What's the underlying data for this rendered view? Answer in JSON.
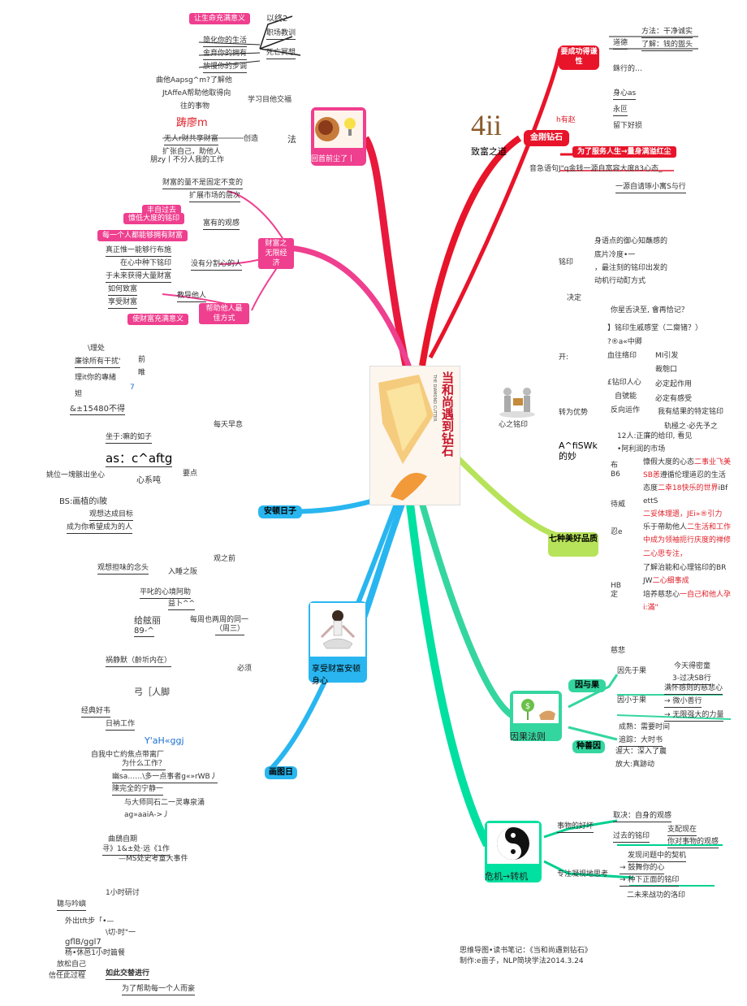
{
  "top_left": {
    "l1": "让生命充满意义",
    "l1b": "以终2",
    "l2": "职场教训",
    "l3": "简化你的生活",
    "l4": "舍弃你的拥有",
    "l4b": "死亡冥想",
    "l5": "放慢你的步调",
    "a1": "曲他Aapsg^m?了解他",
    "a2": "JtAffeA帮助他取得向",
    "a3": "往的事物",
    "a4": "学习目他交福",
    "a5": "踌廖m",
    "a6": "无人r财共享财富",
    "a7": "创造",
    "a8": "法",
    "a9": "扩张自己，助他人",
    "a10": "朋zy丨不分人我的工作",
    "img_caption": "回首前尘了丨"
  },
  "rich_branch": {
    "b1": "财富的量不是固定不变的",
    "b2": "扩展市场的层次",
    "b3": "丰自过去",
    "b4": "慷低大度的铭印",
    "b5": "富有的观感",
    "b6": "每一个人都能够拥有财富",
    "b7": "财富之无限经济",
    "b8": "真正惟一能够行布施",
    "b9": "在心中种下铭印",
    "b10": "没有分割心的人",
    "b11": "于未来获得大量财富",
    "b12": "如何致富",
    "b13": "教导他人",
    "b14": "享受财富",
    "b15": "帮助他人最佳方式",
    "b16": "使财富充满意义"
  },
  "left_mid": {
    "m1": "\\理处",
    "m2": "廉徐所有干扰'",
    "m3": "前",
    "m4": "睢",
    "m5": "理it你的專緒",
    "m6": "7",
    "m7": "妲",
    "m8": "&±15480不得",
    "m9": "每天早息",
    "m10": "坐于:嘛的如子",
    "m11": "as：c^aftg",
    "m12": "姚位一塊骸出坐心",
    "m13": "心系吨",
    "m14": "要点",
    "m15": "BS:画植的i陂",
    "m16": "观想达成目标",
    "m17": "成为你希望成为的人",
    "m18": "安顿日子"
  },
  "left_low": {
    "n1": "观之前",
    "n2": "观想担味的念头",
    "n3": "入睡之阪",
    "n4": "平叱的心境阿助",
    "n5": "益卜^^",
    "n6": "给舷丽",
    "n7": "89-^",
    "n8": "每周也两周的同一",
    "n9": "（周三）",
    "n10": "祸静默（齡圻内在）",
    "n11": "必须",
    "n12": "弓［人脚",
    "n13": "享受财富安顿身心",
    "n14": "经典好韦",
    "n15": "日衲工作",
    "n16": "Y'aH«ggj",
    "n17": "自我中亡約焦点带离厂",
    "n18": "为什么工作？",
    "n19": "幽sa……\\多一点事者g«»rWB丿",
    "n20": "陳完全的宁静一",
    "n21": "与大师同石二一灵專泉涌",
    "n22": "ag»aaiA->丿",
    "n23": "画图日",
    "n24": "曲鴟自期",
    "n25": "寻》1&±处·远《1作",
    "n26": "—MS处史考童大事件",
    "n27": "1小时研讨",
    "n28": "聰与吟嶼",
    "n29": "外出tft步「•—",
    "n30": "\\切·时\"一",
    "n31": "gflB/ggl7",
    "n32": "杨•休邑1小时篇餐",
    "n33": "放松自己",
    "n34": "信任此过程",
    "n35": "如此交替进行",
    "n36": "为了帮助每一个人而豪"
  },
  "top_right": {
    "r1": "方法：干净诚实",
    "r2": "要成功得谦性",
    "r3": "道德",
    "r4": "了解：钱的盥头",
    "r5": "銖行的…",
    "r6": "身心as",
    "r7": "h有赵",
    "r8": "永叵",
    "r9": "留下好损",
    "r10": "4ii",
    "r11": "致富之道",
    "r12": "金刚钻石",
    "r13": "为了服务人生→量身满溢红尘",
    "r14": "音急语句J\"q金钱一源自宽容大度83心态_",
    "r15": "一源自请琢小寓S与行"
  },
  "right_mid": {
    "s1": "身语点的御心知蘸感的",
    "s2": "底片冷度•一",
    "s3": "铭印",
    "s4": "，最注刻的铭印出发的",
    "s5": "动机行动酊方式",
    "s6": "决定",
    "s7": "你星舌決至, 會再恰记？",
    "s8": "】铭印生戚感堂（二齋锗？）",
    "s9": "?®a«中卿",
    "s10": "开:",
    "s11": "血往络印",
    "s12": "MI引发",
    "s13": "裁匏口",
    "s14": "£钻印人心",
    "s15": "必定起作用",
    "s16": "自號能",
    "s17": "必定有感受",
    "s18": "转为优势",
    "s19": "反向运作",
    "s20": "我有結果的特定铭印",
    "s21": "心之铭印",
    "s22": "轨極之·必先予之",
    "s23": "A^fiSWk的妙",
    "s24": "12人:正廉的给印, 看见",
    "s25": "•阿利润的市场"
  },
  "seven": {
    "k1": "布B6",
    "k2": "慷假大度的心态",
    "k2r": "二事业飞美",
    "k3": "SB恙",
    "k3b": "遵循伦理道忍的生活",
    "k4": "态度",
    "k4r": "二幸18快乐的世界",
    "k4c": "iBf",
    "k5": "待威",
    "k6": "ettS",
    "k7": "二妥体理遗，JEi»®引力",
    "k8": "忍e",
    "k9": "乐于帶助他人",
    "k9r": "二生活和工作",
    "k10": "中成为领袖扼行庆度的禅修",
    "k11": "二心思专注，",
    "k12": "了解治能和心理铭印的BR",
    "k13": "HB定",
    "k14": "JW",
    "k14r": "二心细事成",
    "k15": "培养慈悲心",
    "k15r": "一自己和他人孕",
    "k16": "i:滿\"",
    "k17": "七种美好品质",
    "k18": "慈悲"
  },
  "karma": {
    "c1": "因与果",
    "c2": "今天得密童",
    "c3": "因先于果",
    "c4": "3-过决SB行",
    "c5": "满怀感则的慈悲心",
    "c6": "因小于果",
    "c7": "→ 微小善行",
    "c8": "→ 无限强大的力量",
    "c9": "因果法则",
    "c10": "成熟：需要时间",
    "c11": "种善因",
    "c12": "追踪：大时书",
    "c13": "渥大：深入了農",
    "c14": "放大:真跡动"
  },
  "crisis": {
    "d1": "事物的好坏",
    "d2": "取决：自身的观感",
    "d3": "过去的铭印",
    "d4": "支配现在",
    "d5": "你对事物的观感",
    "d6": "危机→转机",
    "d7": "专注凝视地思考",
    "d8": "发现问题中的契机",
    "d9": "→ 鼓舞你的心",
    "d10": "→ 种下正面的铭印",
    "d11": "二未来战功的洛印"
  },
  "center": {
    "book_title": "当和尚遇到钻石",
    "book_sub": "THE DIAMOND CUTTER"
  },
  "footer": {
    "f1": "思维导图•读书笔记：《当和尚遇到钻石》",
    "f2": "制作:e亩子，NLP简块学法2014.3.24"
  }
}
